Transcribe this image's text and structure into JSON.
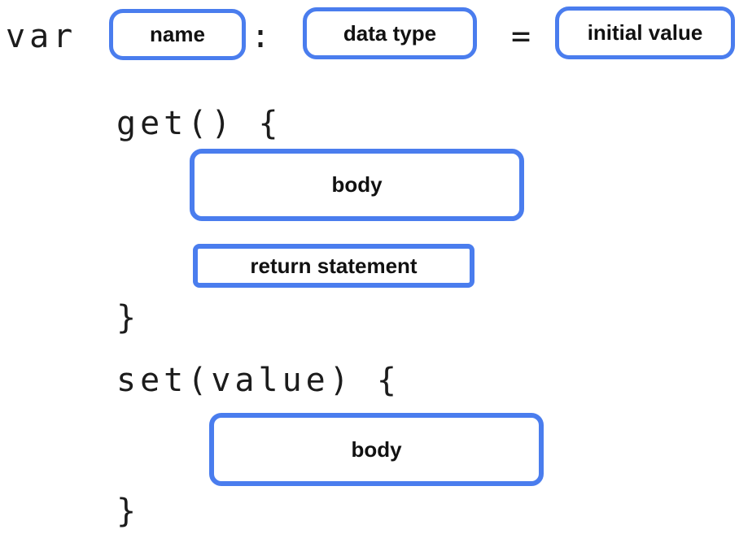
{
  "colors": {
    "accent": "#4a7dee",
    "code_text": "#1c1c1c",
    "label_text": "#111111",
    "background": "#ffffff"
  },
  "declaration": {
    "keyword": "var",
    "colon": ":",
    "equals": "=",
    "boxes": {
      "name": "name",
      "data_type": "data type",
      "initial_value": "initial value"
    }
  },
  "getter": {
    "signature": "get() {",
    "body": "body",
    "return_statement": "return statement",
    "close_brace": "}"
  },
  "setter": {
    "signature": "set(value) {",
    "body": "body",
    "close_brace": "}"
  }
}
